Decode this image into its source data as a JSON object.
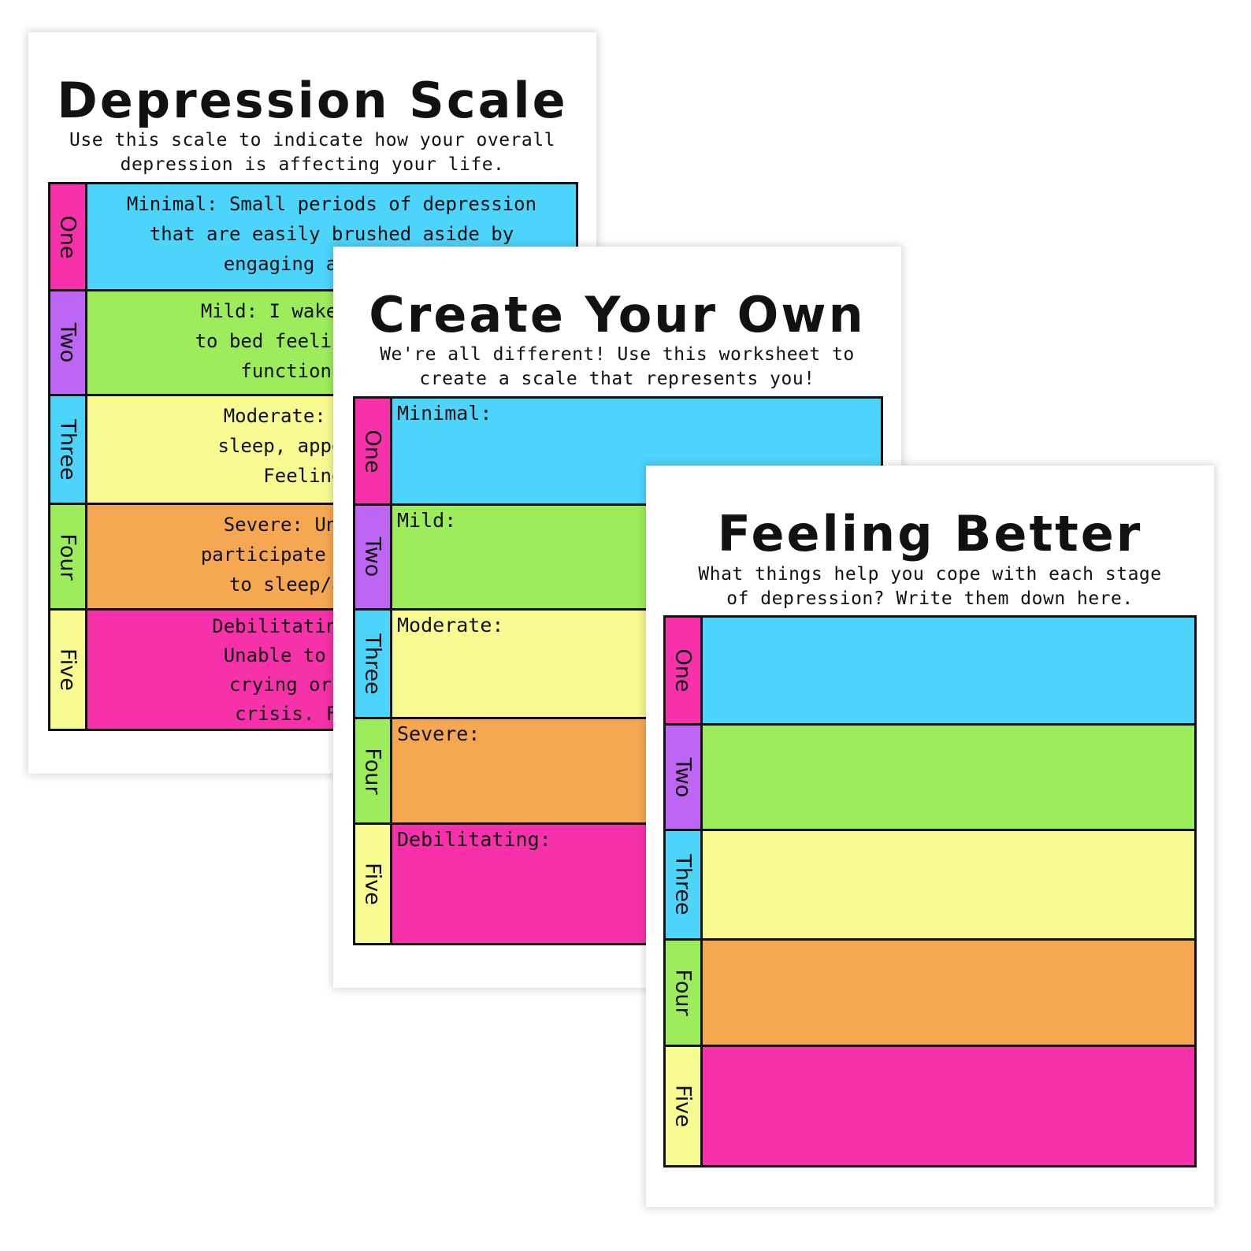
{
  "colors": {
    "one": "#4dd4fb",
    "two": "#9cec5c",
    "three": "#f8fa92",
    "four": "#f6a752",
    "five": "#f631a9",
    "tab_one": "#f631a9",
    "tab_two": "#be66f4",
    "tab_three": "#4dd4fb",
    "tab_four": "#9cec5c",
    "tab_five": "#f8fa92"
  },
  "sheet1": {
    "title": "Depression Scale",
    "subtitle": "Use this scale to indicate how your overall\ndepression is affecting your life.",
    "rows": [
      {
        "tab": "One",
        "text": "Minimal: Small periods of depression\nthat are easily brushed aside by\nengaging activities"
      },
      {
        "tab": "Two",
        "text": "Mild: I wake up feeling\nto bed feeling depressed\nfunction through"
      },
      {
        "tab": "Three",
        "text": "Moderate: Depressed\nsleep, appetite, and\nFeeling numb"
      },
      {
        "tab": "Four",
        "text": "Severe: Unable to f\nparticipate in daily li\nto sleep/appetite."
      },
      {
        "tab": "Five",
        "text": "Debilitating: Serious\nUnable to take care\ncrying or numbness\ncrisis. Feeling w"
      }
    ]
  },
  "sheet2": {
    "title": "Create Your Own",
    "subtitle": "We're all different! Use this worksheet to\ncreate a scale that represents you!",
    "rows": [
      {
        "tab": "One",
        "label": "Minimal:"
      },
      {
        "tab": "Two",
        "label": "Mild:"
      },
      {
        "tab": "Three",
        "label": "Moderate:"
      },
      {
        "tab": "Four",
        "label": "Severe:"
      },
      {
        "tab": "Five",
        "label": "Debilitating:"
      }
    ]
  },
  "sheet3": {
    "title": "Feeling Better",
    "subtitle": "What things help you cope with each stage\nof depression? Write them down here.",
    "rows": [
      {
        "tab": "One"
      },
      {
        "tab": "Two"
      },
      {
        "tab": "Three"
      },
      {
        "tab": "Four"
      },
      {
        "tab": "Five"
      }
    ]
  }
}
